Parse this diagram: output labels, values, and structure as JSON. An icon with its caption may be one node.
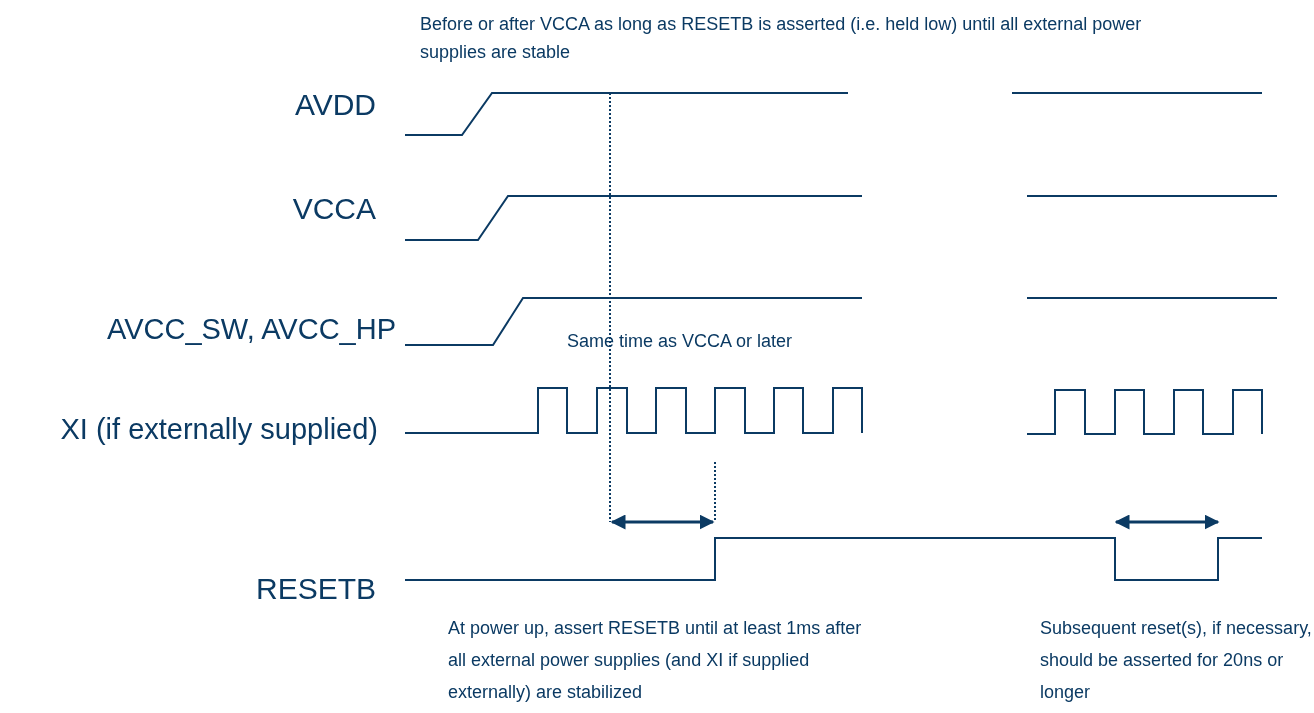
{
  "diagram": {
    "labels": [
      "Before or after VCCA as long as RESETB is asserted (i.e. held low) until all external power supplies are stable",
      "AVDD",
      "VCCA",
      "AVCC_SW, AVCC_HP",
      "XI (if externally supplied)",
      "Same time as VCCA or later",
      "RESETB",
      "At power up, assert RESETB until at least 1ms after all external power supplies (and XI if supplied externally) are stabilized",
      "Subsequent reset(s), if necessary, should be asserted for 20ns or longer"
    ]
  }
}
